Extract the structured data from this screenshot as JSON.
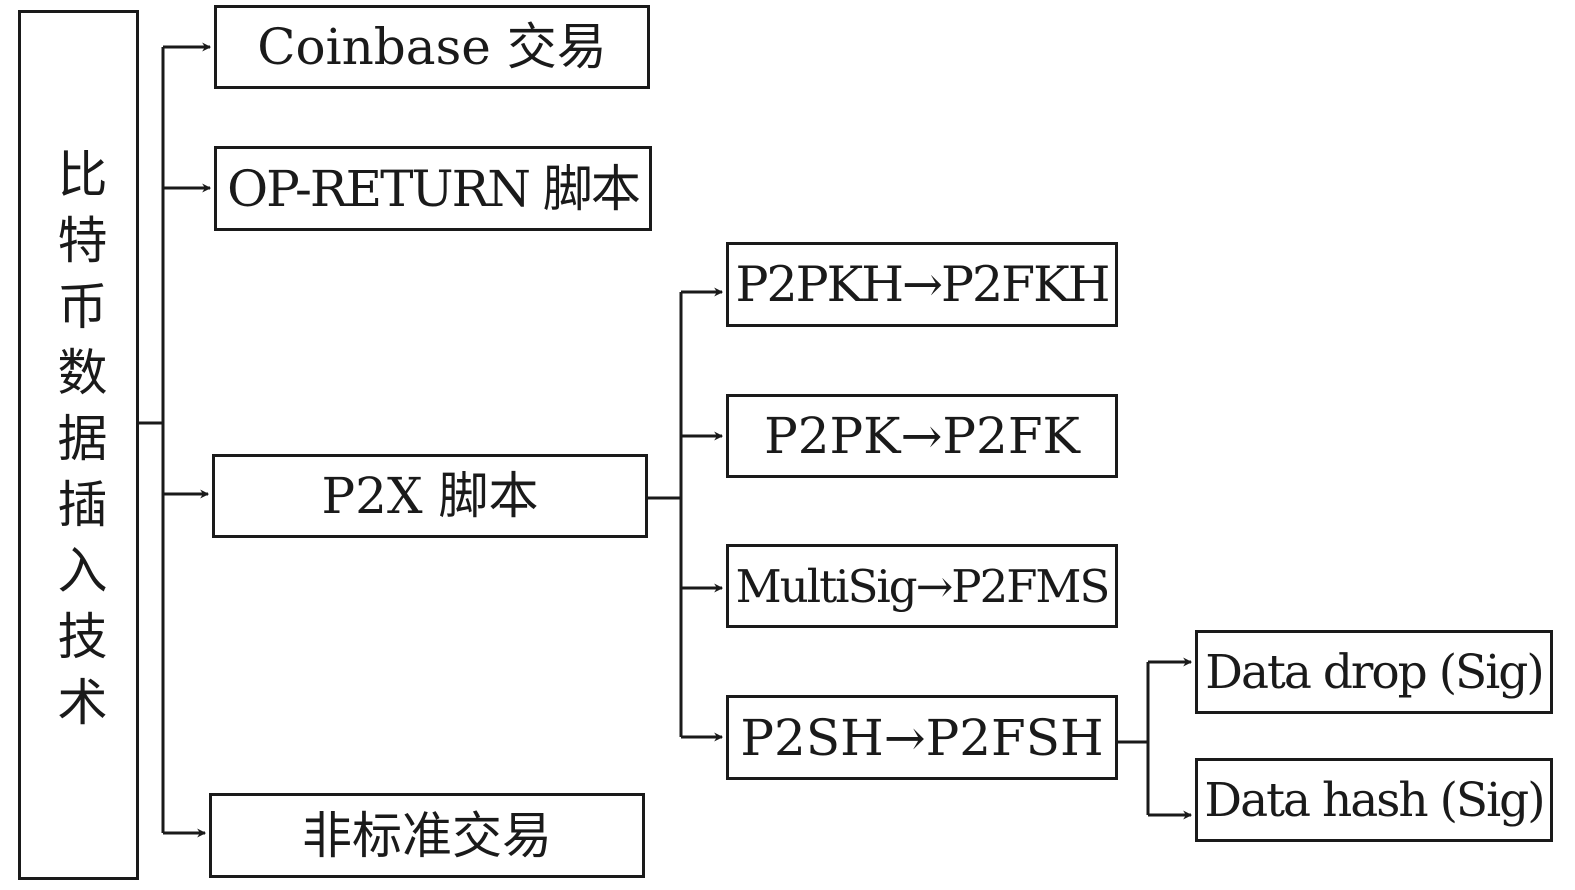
{
  "root": {
    "label": "比特币数据插入技术"
  },
  "level1": {
    "coinbase": "Coinbase 交易",
    "op_return": "OP-RETURN 脚本",
    "p2x": "P2X 脚本",
    "nonstandard": "非标准交易"
  },
  "p2x_children": {
    "p2pkh": "P2PKH→P2FKH",
    "p2pk": "P2PK→P2FK",
    "multisig": "MultiSig→P2FMS",
    "p2sh": "P2SH→P2FSH"
  },
  "p2sh_children": {
    "data_drop": "Data drop (Sig)",
    "data_hash": "Data hash (Sig)"
  }
}
